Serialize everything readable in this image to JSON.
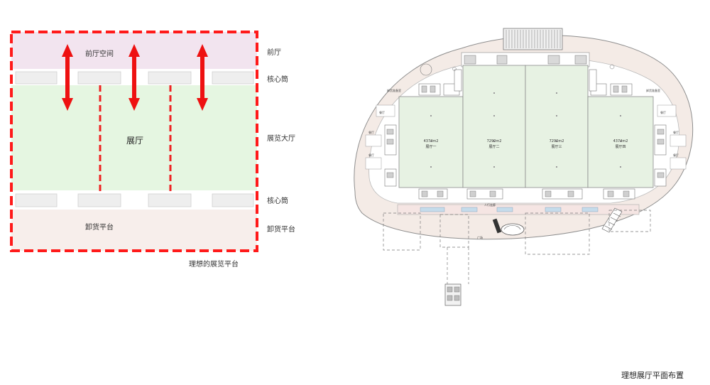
{
  "left_diagram": {
    "zones": {
      "lobby_space": "前厅空间",
      "hall": "展厅",
      "loading_dock": "卸货平台"
    },
    "side_labels": {
      "lobby": "前厅",
      "core_top": "核心筒",
      "exhibition_hall": "展览大厅",
      "core_bottom": "核心筒",
      "loading": "卸货平台"
    },
    "caption": "理想的展览平台",
    "colors": {
      "lobby_fill": "#f2e4ef",
      "hall_fill": "#e5f6e1",
      "dock_fill": "#f7eeeb",
      "core_fill": "#eeeeee",
      "red_dash": "#ff1a1a",
      "arrow_red": "#ee1111"
    }
  },
  "floor_plan": {
    "halls": [
      {
        "area": "4374m2",
        "name": "展厅一"
      },
      {
        "area": "7290m2",
        "name": "展厅二"
      },
      {
        "area": "7290m2",
        "name": "展厅三"
      },
      {
        "area": "4374m2",
        "name": "展厅四"
      }
    ],
    "small_labels": {
      "top_left_room": "卸货准备室",
      "top_right_room": "卸货准备室",
      "left_side_1": "餐厅",
      "left_side_2": "餐厅",
      "left_side_3": "餐厅",
      "right_side_1": "餐厅",
      "right_side_2": "餐厅",
      "right_side_3": "餐厅",
      "corridor": "人行连廊",
      "plaza": "广场"
    },
    "colors": {
      "hall_fill": "#e7f2e3",
      "perimeter_fill": "#f4ebe6",
      "dock_fill": "#f5e5e3",
      "glass_blue": "#c6dceb"
    }
  },
  "caption": "理想展厅平面布置"
}
